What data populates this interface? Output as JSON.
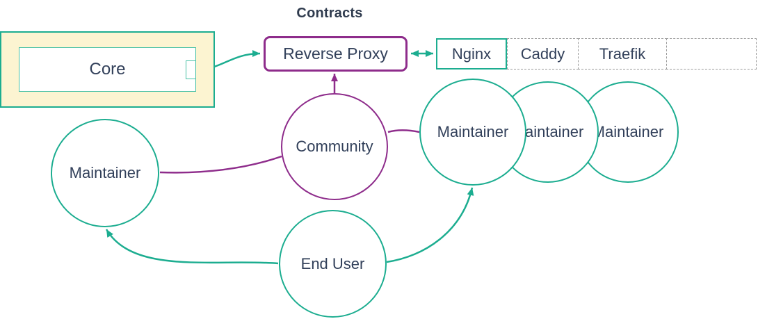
{
  "title": "Contracts",
  "colors": {
    "teal": "#1CAD90",
    "purple": "#8E2C8B",
    "group_fill": "#FCF4D1",
    "text": "#32405A",
    "dashed_border": "#999999"
  },
  "nodes": {
    "core": {
      "label": "Core"
    },
    "reverse_proxy": {
      "label": "Reverse Proxy"
    },
    "community": {
      "label": "Community"
    },
    "maintainer_left": {
      "label": "Maintainer"
    },
    "maintainers_right": [
      {
        "label": "Maintainer"
      },
      {
        "label": "Maintainer"
      },
      {
        "label": "Maintainer"
      }
    ],
    "end_user": {
      "label": "End User"
    }
  },
  "proxy_options": {
    "cells": [
      "Nginx",
      "Caddy",
      "Traefik",
      ""
    ]
  },
  "edges": [
    {
      "from": "core",
      "to": "reverse-proxy",
      "color": "teal",
      "arrows": "end"
    },
    {
      "from": "reverse-proxy",
      "to": "nginx",
      "color": "teal",
      "arrows": "both"
    },
    {
      "from": "community",
      "to": "reverse-proxy",
      "color": "purple",
      "arrows": "end"
    },
    {
      "from": "community",
      "to": "maintainer-left",
      "color": "purple",
      "arrows": "none"
    },
    {
      "from": "community",
      "to": "maintainer-right",
      "color": "purple",
      "arrows": "none"
    },
    {
      "from": "end-user",
      "to": "maintainer-left",
      "color": "teal",
      "arrows": "end"
    },
    {
      "from": "end-user",
      "to": "maintainer-right",
      "color": "teal",
      "arrows": "end"
    }
  ]
}
